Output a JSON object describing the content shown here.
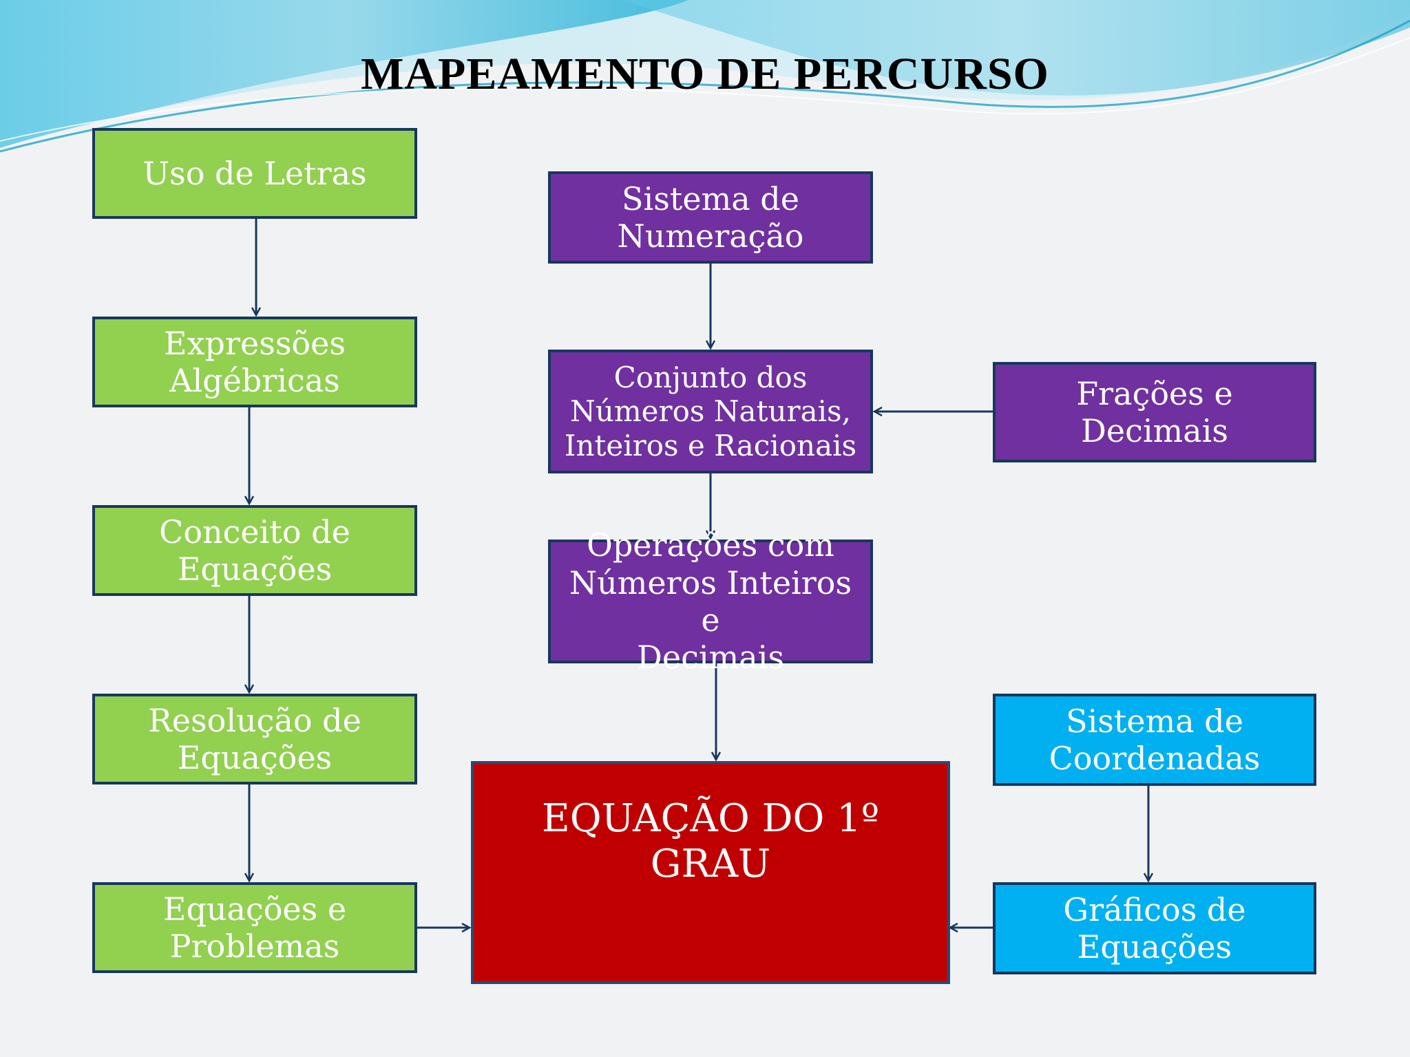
{
  "title": "MAPEAMENTO DE PERCURSO",
  "colors": {
    "green": "#92d050",
    "purple": "#7030a0",
    "blue": "#00b0f0",
    "red": "#c00000",
    "border": "#17375e",
    "arrow": "#17375e"
  },
  "nodes": {
    "uso_letras": "Uso de Letras",
    "expressoes": "Expressões\nAlgébricas",
    "conceito": "Conceito de\nEquações",
    "resolucao": "Resolução de\nEquações",
    "problemas": "Equações e\nProblemas",
    "sistema_numeracao": "Sistema de\nNumeração",
    "conjunto": "Conjunto dos\nNúmeros Naturais,\nInteiros e Racionais",
    "fracoes": "Frações e Decimais",
    "operacoes": "Operações com\nNúmeros Inteiros e\nDecimais",
    "equacao": "EQUAÇÃO DO 1º GRAU",
    "sistema_coordenadas": "Sistema de\nCoordenadas",
    "graficos": "Gráficos de\nEquações"
  },
  "edges": [
    {
      "from": "uso_letras",
      "to": "expressoes"
    },
    {
      "from": "expressoes",
      "to": "conceito"
    },
    {
      "from": "conceito",
      "to": "resolucao"
    },
    {
      "from": "resolucao",
      "to": "problemas"
    },
    {
      "from": "problemas",
      "to": "equacao"
    },
    {
      "from": "sistema_numeracao",
      "to": "conjunto"
    },
    {
      "from": "fracoes",
      "to": "conjunto"
    },
    {
      "from": "conjunto",
      "to": "operacoes"
    },
    {
      "from": "operacoes",
      "to": "equacao"
    },
    {
      "from": "sistema_coordenadas",
      "to": "graficos"
    },
    {
      "from": "graficos",
      "to": "equacao"
    }
  ]
}
